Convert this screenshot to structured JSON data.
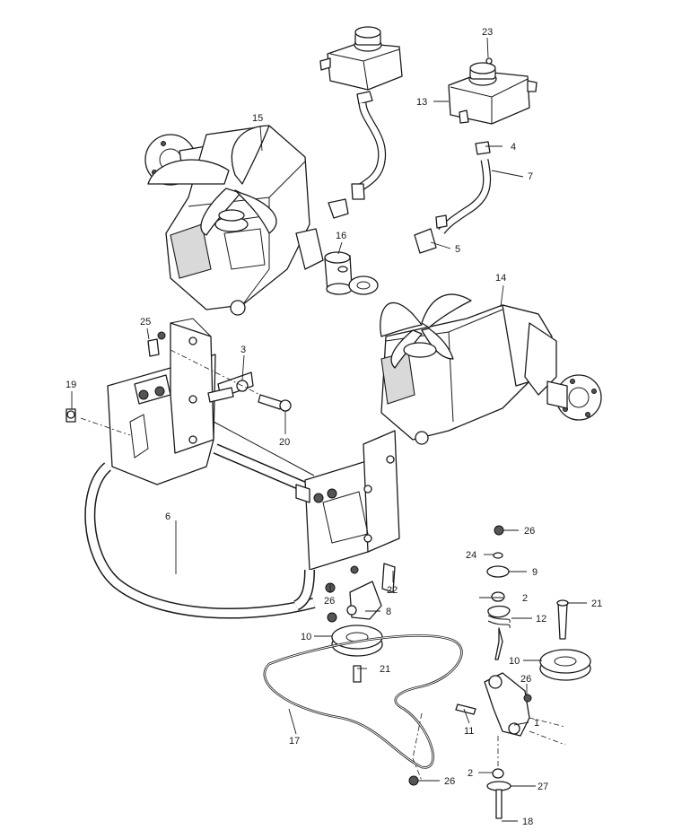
{
  "callouts": [
    {
      "id": "c1",
      "text": "1"
    },
    {
      "id": "c2a",
      "text": "2"
    },
    {
      "id": "c2b",
      "text": "2"
    },
    {
      "id": "c3",
      "text": "3"
    },
    {
      "id": "c4",
      "text": "4"
    },
    {
      "id": "c5",
      "text": "5"
    },
    {
      "id": "c6",
      "text": "6"
    },
    {
      "id": "c7",
      "text": "7"
    },
    {
      "id": "c8",
      "text": "8"
    },
    {
      "id": "c9",
      "text": "9"
    },
    {
      "id": "c10a",
      "text": "10"
    },
    {
      "id": "c10b",
      "text": "10"
    },
    {
      "id": "c11",
      "text": "11"
    },
    {
      "id": "c12",
      "text": "12"
    },
    {
      "id": "c13",
      "text": "13"
    },
    {
      "id": "c14",
      "text": "14"
    },
    {
      "id": "c15",
      "text": "15"
    },
    {
      "id": "c16",
      "text": "16"
    },
    {
      "id": "c17",
      "text": "17"
    },
    {
      "id": "c18",
      "text": "18"
    },
    {
      "id": "c19",
      "text": "19"
    },
    {
      "id": "c20",
      "text": "20"
    },
    {
      "id": "c21a",
      "text": "21"
    },
    {
      "id": "c21b",
      "text": "21"
    },
    {
      "id": "c22",
      "text": "22"
    },
    {
      "id": "c23",
      "text": "23"
    },
    {
      "id": "c24",
      "text": "24"
    },
    {
      "id": "c25",
      "text": "25"
    },
    {
      "id": "c26a",
      "text": "26"
    },
    {
      "id": "c26b",
      "text": "26"
    },
    {
      "id": "c26c",
      "text": "26"
    },
    {
      "id": "c26d",
      "text": "26"
    },
    {
      "id": "c27",
      "text": "27"
    }
  ]
}
